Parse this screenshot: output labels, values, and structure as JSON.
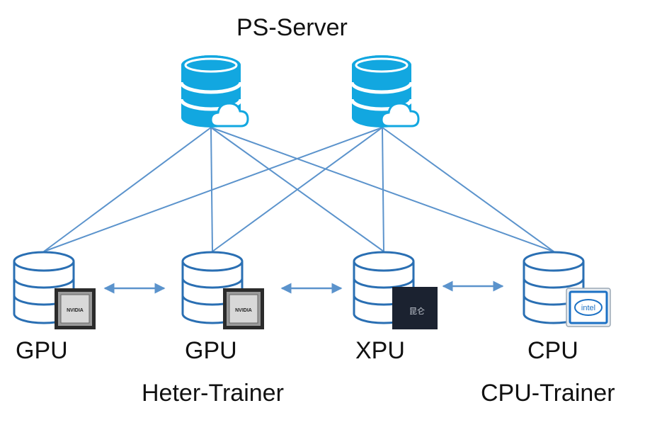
{
  "title": "PS-Server",
  "colors": {
    "server_fill": "#12a7e0",
    "server_stripe": "#ffffff",
    "trainer_outline": "#2a6fb3",
    "link": "#5b93cc",
    "text": "#111111"
  },
  "servers": [
    {
      "icon": "database-cloud-icon"
    },
    {
      "icon": "database-cloud-icon"
    }
  ],
  "nodes": [
    {
      "label": "GPU",
      "chip": "nvidia-chip-icon",
      "chip_text": "NVIDIA"
    },
    {
      "label": "GPU",
      "chip": "nvidia-chip-icon",
      "chip_text": "NVIDIA"
    },
    {
      "label": "XPU",
      "chip": "kunlun-chip-icon",
      "chip_text": "昆仑"
    },
    {
      "label": "CPU",
      "chip": "intel-chip-icon",
      "chip_text": "intel"
    }
  ],
  "groups": {
    "heter": "Heter-Trainer",
    "cpu": "CPU-Trainer"
  }
}
